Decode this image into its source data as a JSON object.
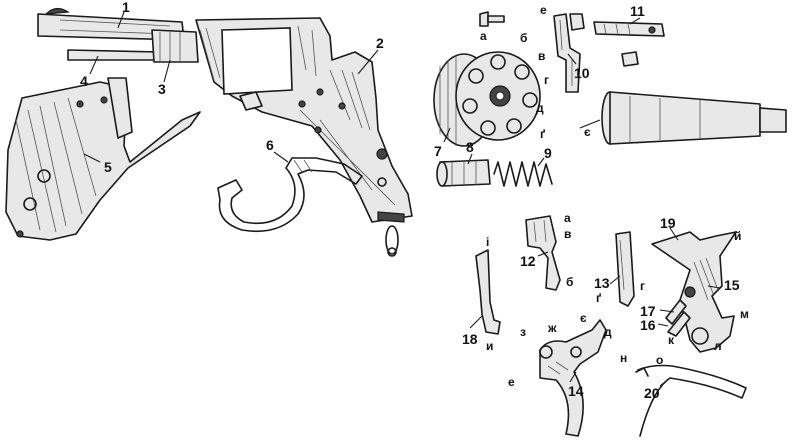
{
  "labels": {
    "n1": "1",
    "n2": "2",
    "n3": "3",
    "n4": "4",
    "n5": "5",
    "n6": "6",
    "n7": "7",
    "n8": "8",
    "n9": "9",
    "n10": "10",
    "n11": "11",
    "n12": "12",
    "n13": "13",
    "n14": "14",
    "n15": "15",
    "n16": "16",
    "n17": "17",
    "n18": "18",
    "n19": "19",
    "n20": "20",
    "cyl_a": "а",
    "cyl_b": "б",
    "cyl_v": "в",
    "cyl_g": "г",
    "cyl_d": "д",
    "cyl_gg": "ґ",
    "p10_e": "е",
    "axis_ye": "є",
    "p12_a": "а",
    "p12_v": "в",
    "p12_b": "б",
    "p13_g": "г",
    "p13_gg": "ґ",
    "p18_i": "і",
    "p18_y": "и",
    "p14_z": "з",
    "p14_zh": "ж",
    "p14_ye": "є",
    "p14_d": "д",
    "p14_e": "е",
    "p19_y": "й",
    "p15_m": "м",
    "p15_k": "к",
    "p15_l": "л",
    "p20_o": "о",
    "p20_n": "н"
  },
  "colors": {
    "ink": "#1a1a1a",
    "shade": "#e8e8e8",
    "background": "#ffffff"
  }
}
